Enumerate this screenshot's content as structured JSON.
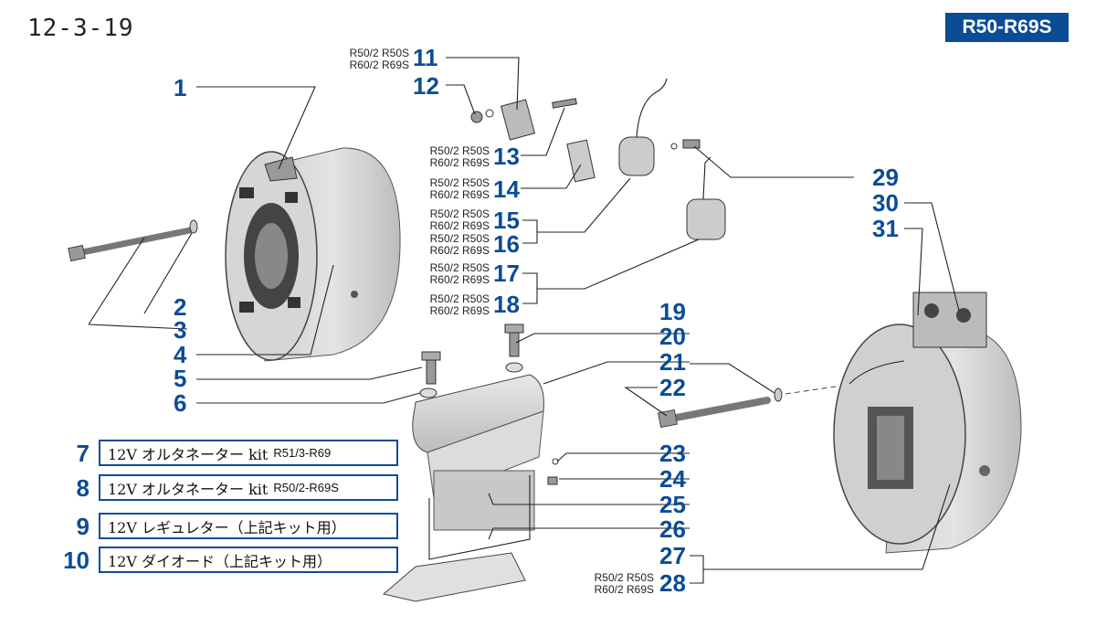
{
  "header": {
    "page_number": "12-3-19",
    "model_badge": "R50-R69S"
  },
  "variant_labels": {
    "v11": [
      "R50/2 R50S",
      "R60/2 R69S"
    ],
    "v13": [
      "R50/2 R50S",
      "R60/2 R69S"
    ],
    "v14": [
      "R50/2 R50S",
      "R60/2 R69S"
    ],
    "v15": [
      "R50/2 R50S",
      "R60/2 R69S"
    ],
    "v16": [
      "R50/2 R50S",
      "R60/2 R69S"
    ],
    "v17": [
      "R50/2 R50S",
      "R60/2 R69S"
    ],
    "v18": [
      "R50/2 R50S",
      "R60/2 R69S"
    ],
    "v28": [
      "R50/2 R50S",
      "R60/2 R69S"
    ]
  },
  "callouts": [
    "1",
    "2",
    "3",
    "4",
    "5",
    "6",
    "11",
    "12",
    "13",
    "14",
    "15",
    "16",
    "17",
    "18",
    "19",
    "20",
    "21",
    "22",
    "23",
    "24",
    "25",
    "26",
    "27",
    "28",
    "29",
    "30",
    "31"
  ],
  "kits": [
    {
      "num": "7",
      "text": "12V オルタネーター kit",
      "variant": "R51/3-R69"
    },
    {
      "num": "8",
      "text": "12V オルタネーター kit",
      "variant": "R50/2-R69S"
    },
    {
      "num": "9",
      "text": "12V レギュレター（上記キット用）",
      "variant": ""
    },
    {
      "num": "10",
      "text": "12V ダイオード（上記キット用）",
      "variant": ""
    }
  ],
  "colors": {
    "accent": "#0b4c97",
    "ink": "#222222",
    "paper": "#ffffff"
  }
}
